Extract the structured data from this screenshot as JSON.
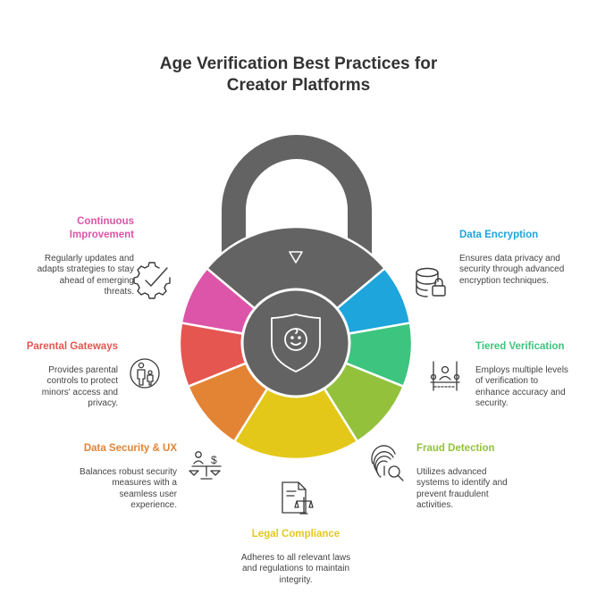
{
  "title_line1": "Age Verification Best Practices for",
  "title_line2": "Creator Platforms",
  "colors": {
    "lock_gray": "#636363",
    "encryption": "#1DA5DC",
    "tiered": "#3DC47E",
    "fraud": "#94C13C",
    "legal": "#E3C81A",
    "data_security": "#E38434",
    "parental": "#E55650",
    "continuous": "#DC55A8"
  },
  "items": {
    "data_encryption": {
      "title": "Data Encryption",
      "desc": "Ensures data privacy and security through advanced encryption techniques.",
      "icon": "database-lock-icon"
    },
    "tiered_verification": {
      "title": "Tiered Verification",
      "desc": "Employs multiple levels of verification to enhance accuracy and security.",
      "icon": "tiered-users-icon"
    },
    "fraud_detection": {
      "title": "Fraud Detection",
      "desc": "Utilizes advanced systems to identify and prevent fraudulent activities.",
      "icon": "fingerprint-search-icon"
    },
    "legal_compliance": {
      "title": "Legal Compliance",
      "desc": "Adheres to all relevant laws and regulations to maintain integrity.",
      "icon": "document-scales-icon"
    },
    "data_security_ux": {
      "title": "Data Security & UX",
      "desc": "Balances robust security measures with a seamless user experience.",
      "icon": "balance-scale-icon"
    },
    "parental_gateways": {
      "title": "Parental Gateways",
      "desc": "Provides parental controls to protect minors' access and privacy.",
      "icon": "parent-child-icon"
    },
    "continuous_improvement": {
      "title": "Continuous Improvement",
      "desc": "Regularly updates and adapts strategies to stay ahead of emerging threats.",
      "icon": "gear-check-icon"
    }
  }
}
